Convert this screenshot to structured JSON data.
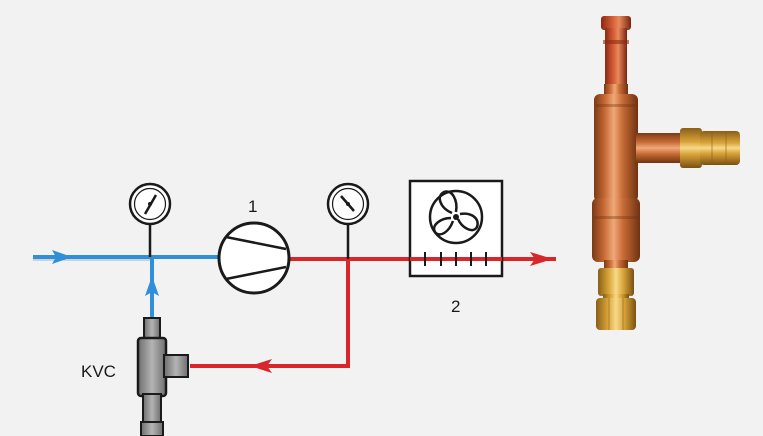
{
  "labels": {
    "compressor": "1",
    "condenser": "2",
    "valve": "KVC"
  },
  "colors": {
    "background": "#f2f2f2",
    "suction_line": "#2f8fd8",
    "discharge_line": "#d8262b",
    "valve_body": "#9a9a9a",
    "outline": "#1a1a1a",
    "copper": "#c87040",
    "brass": "#d9a53a"
  },
  "icons": [
    "pressure-gauge-icon",
    "compressor-icon",
    "condenser-fan-icon",
    "flow-arrow-icon"
  ]
}
